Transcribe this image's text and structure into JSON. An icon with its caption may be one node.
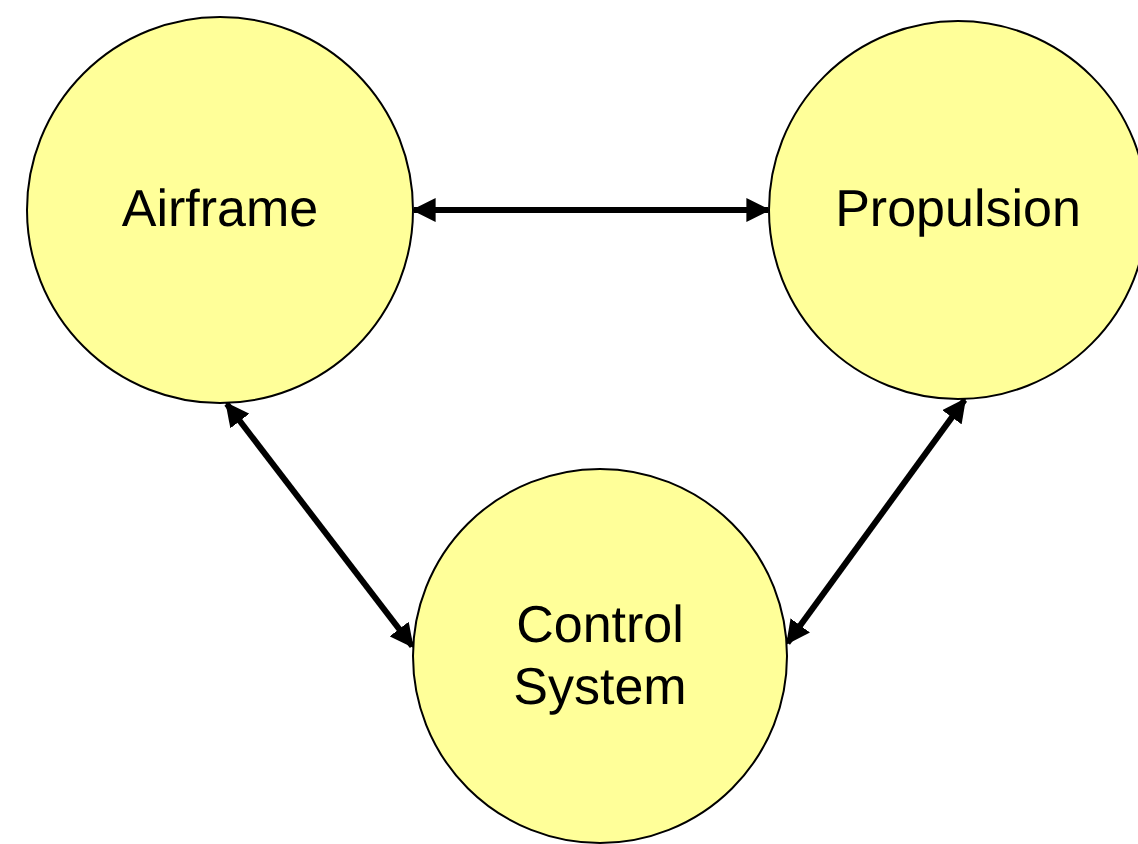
{
  "diagram": {
    "nodes": [
      {
        "text": [
          "Airframe"
        ]
      },
      {
        "text": [
          "Propulsion"
        ]
      },
      {
        "text": [
          "Control System"
        ]
      }
    ],
    "edges": [
      {
        "from": 0,
        "to": 1,
        "arrow": "both"
      },
      {
        "from": 0,
        "to": 2,
        "arrow": "both"
      },
      {
        "from": 1,
        "to": 2,
        "arrow": "both"
      }
    ]
  }
}
